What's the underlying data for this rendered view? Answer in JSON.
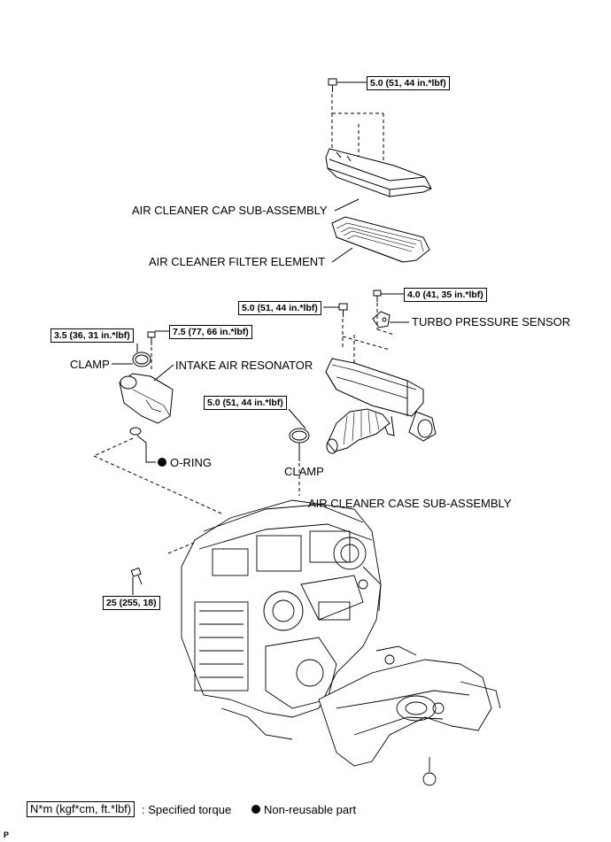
{
  "torques": {
    "cap_bolt": "5.0 (51, 44 in.*lbf)",
    "case_bolt": "5.0 (51, 44 in.*lbf)",
    "sensor_bolt": "4.0 (41, 35 in.*lbf)",
    "resonator_bolt": "7.5 (77, 66 in.*lbf)",
    "resonator_clamp": "3.5 (36, 31 in.*lbf)",
    "hose_clamp": "5.0 (51, 44 in.*lbf)",
    "engine_bolt": "25 (255, 18)"
  },
  "labels": {
    "cap": "AIR CLEANER CAP SUB-ASSEMBLY",
    "filter": "AIR CLEANER FILTER ELEMENT",
    "sensor": "TURBO PRESSURE SENSOR",
    "clamp_left": "CLAMP",
    "resonator": "INTAKE AIR RESONATOR",
    "oring": "O-RING",
    "clamp_mid": "CLAMP",
    "case": "AIR CLEANER CASE SUB-ASSEMBLY"
  },
  "legend": {
    "torque_unit": "N*m (kgf*cm, ft.*lbf)",
    "torque_text": ": Specified torque",
    "nonreusable_text": "Non-reusable part"
  },
  "corner_mark": "P"
}
